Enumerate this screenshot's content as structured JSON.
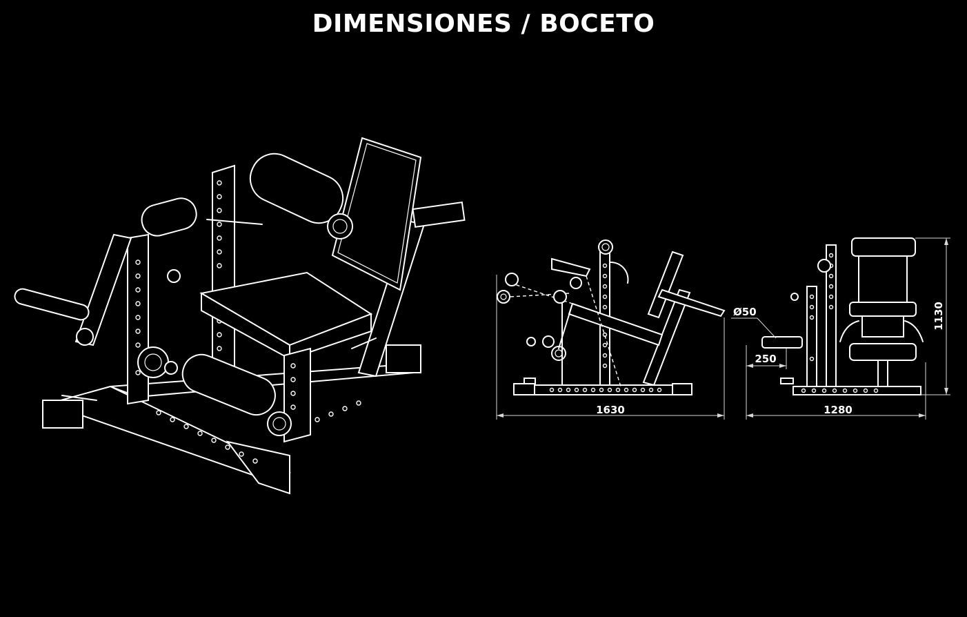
{
  "title": "DIMENSIONES / BOCETO",
  "dimensions": {
    "side_length": "1630",
    "front_width": "1280",
    "height": "1130",
    "bar_diameter": "Ø50",
    "bar_length": "250"
  },
  "colors": {
    "background": "#000000",
    "lines": "#ffffff"
  }
}
